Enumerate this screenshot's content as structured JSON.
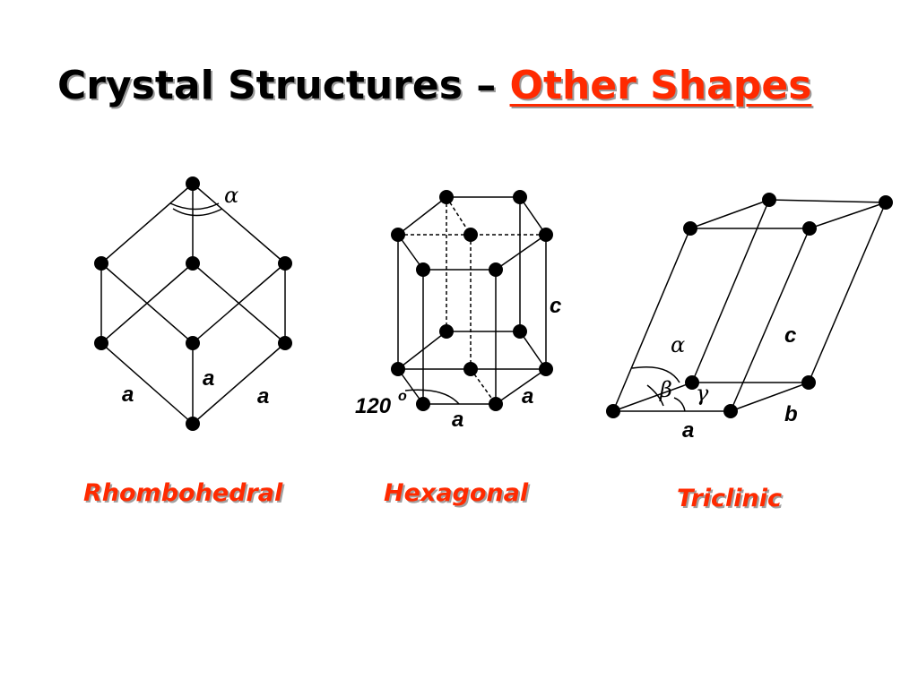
{
  "title": {
    "main": "Crystal Structures – ",
    "accent": "Other Shapes"
  },
  "colors": {
    "accent": "#ff2a00",
    "line": "#000000",
    "node": "#000000"
  },
  "captions": {
    "rhombohedral": "Rhombohedral",
    "hexagonal": "Hexagonal",
    "triclinic": "Triclinic"
  },
  "labels": {
    "rhombohedral": {
      "alpha": "α",
      "a_left": "a",
      "a_center": "a",
      "a_right": "a"
    },
    "hexagonal": {
      "c": "c",
      "angle": "120",
      "degree": "o",
      "a_bottom": "a",
      "a_right": "a"
    },
    "triclinic": {
      "alpha": "α",
      "beta": "β",
      "gamma": "γ",
      "c": "c",
      "b": "b",
      "a": "a"
    }
  }
}
